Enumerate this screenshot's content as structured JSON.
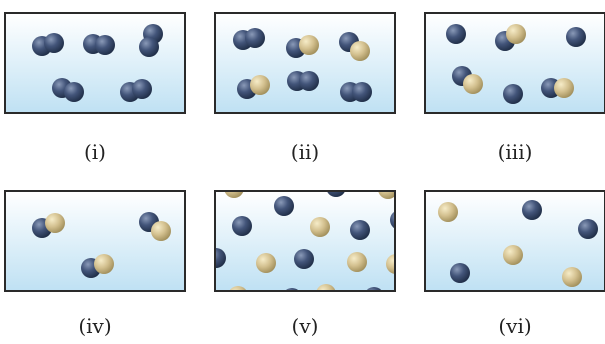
{
  "captions": [
    "(i)",
    "(ii)",
    "(iii)",
    "(iv)",
    "(v)",
    "(vi)"
  ],
  "colors": {
    "blue_atom": "#3f4f6e",
    "tan_atom": "#cdbb8a",
    "panel_bg_top": "#ffffff",
    "panel_bg_bottom": "#bfe0f2",
    "border": "#2a2a2a"
  }
}
